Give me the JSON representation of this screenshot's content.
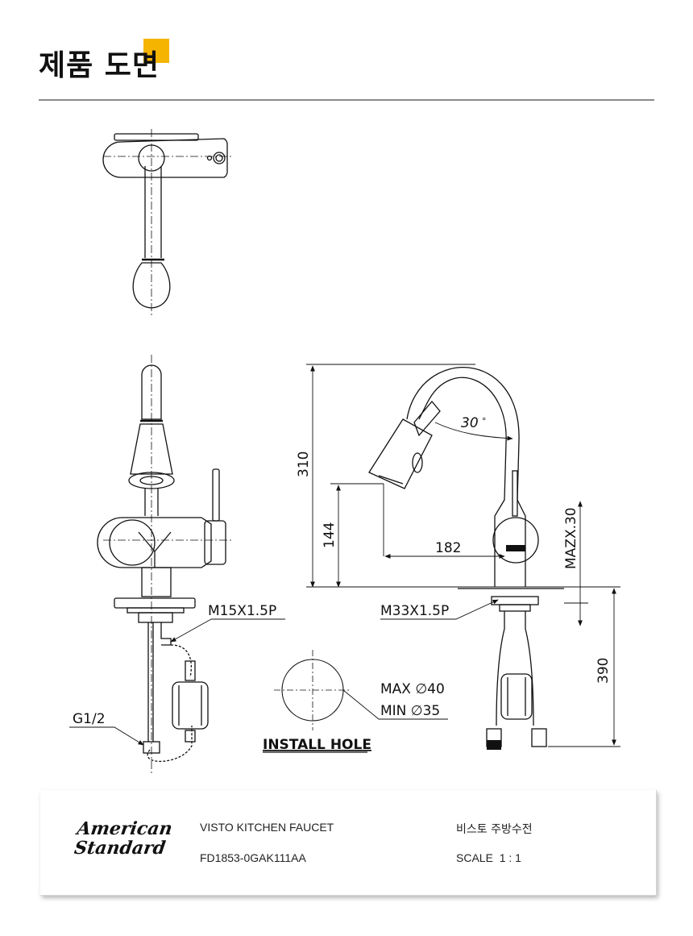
{
  "header": {
    "title": "제품 도면",
    "accent_color": "#f5b400"
  },
  "drawing": {
    "dimensions": {
      "total_height": "310",
      "spout_height": "144",
      "reach": "182",
      "swivel_angle": "30",
      "degree_symbol": "°",
      "handle_range": "MAZX.30",
      "below_deck": "390"
    },
    "threads": {
      "supply_inlet": "M15X1.5P",
      "shank": "M33X1.5P",
      "supply_hose": "G1/2"
    },
    "install_hole": {
      "max": "MAX ∅40",
      "min": "MIN ∅35",
      "label": "INSTALL HOLE"
    }
  },
  "info": {
    "brand_line1": "American",
    "brand_line2": "Standard",
    "product_name": "VISTO KITCHEN FAUCET",
    "product_code": "FD1853-0GAK111AA",
    "product_name_kr": "비스토 주방수전",
    "scale": "SCALE  1 : 1"
  }
}
